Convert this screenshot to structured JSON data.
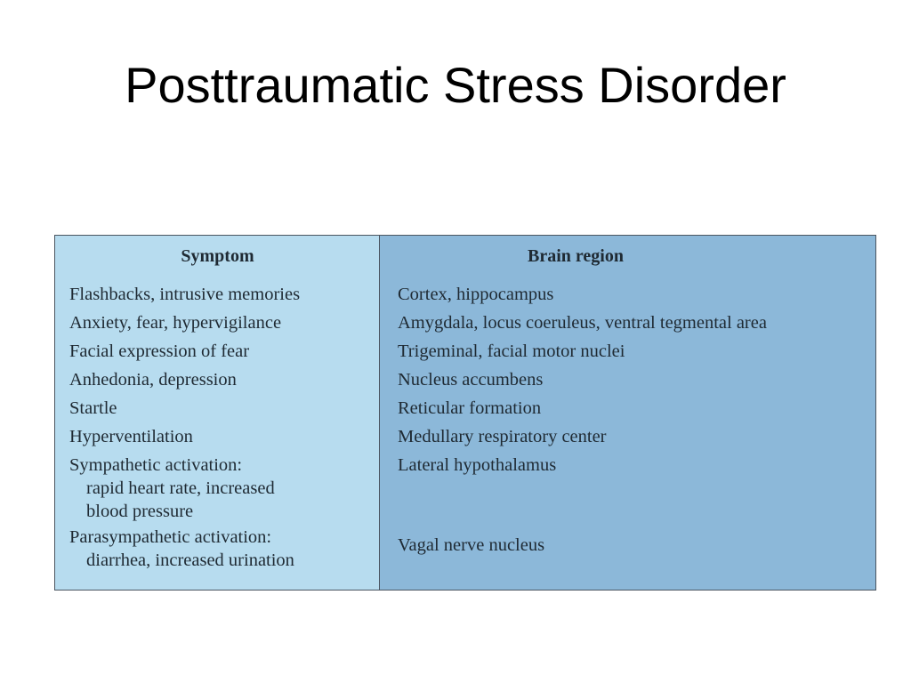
{
  "slide": {
    "title": "Posttraumatic Stress Disorder"
  },
  "table": {
    "headers": {
      "symptom": "Symptom",
      "region": "Brain region"
    },
    "symptoms": [
      {
        "main": "Flashbacks, intrusive memories"
      },
      {
        "main": "Anxiety, fear, hypervigilance"
      },
      {
        "main": "Facial expression of fear"
      },
      {
        "main": "Anhedonia, depression"
      },
      {
        "main": "Startle"
      },
      {
        "main": "Hyperventilation"
      },
      {
        "main": "Sympathetic activation:",
        "sub1": "rapid heart rate, increased",
        "sub2": "blood pressure"
      },
      {
        "main": "Parasympathetic activation:",
        "sub1": "diarrhea, increased urination"
      }
    ],
    "regions": [
      "Cortex, hippocampus",
      "Amygdala, locus coeruleus, ventral tegmental area",
      "Trigeminal, facial motor nuclei",
      "Nucleus accumbens",
      "Reticular formation",
      "Medullary respiratory center",
      "Lateral hypothalamus",
      "Vagal nerve nucleus"
    ],
    "colors": {
      "symptom_bg": "#b7dcef",
      "region_bg": "#8cb8d9",
      "border": "#4b5560"
    }
  }
}
